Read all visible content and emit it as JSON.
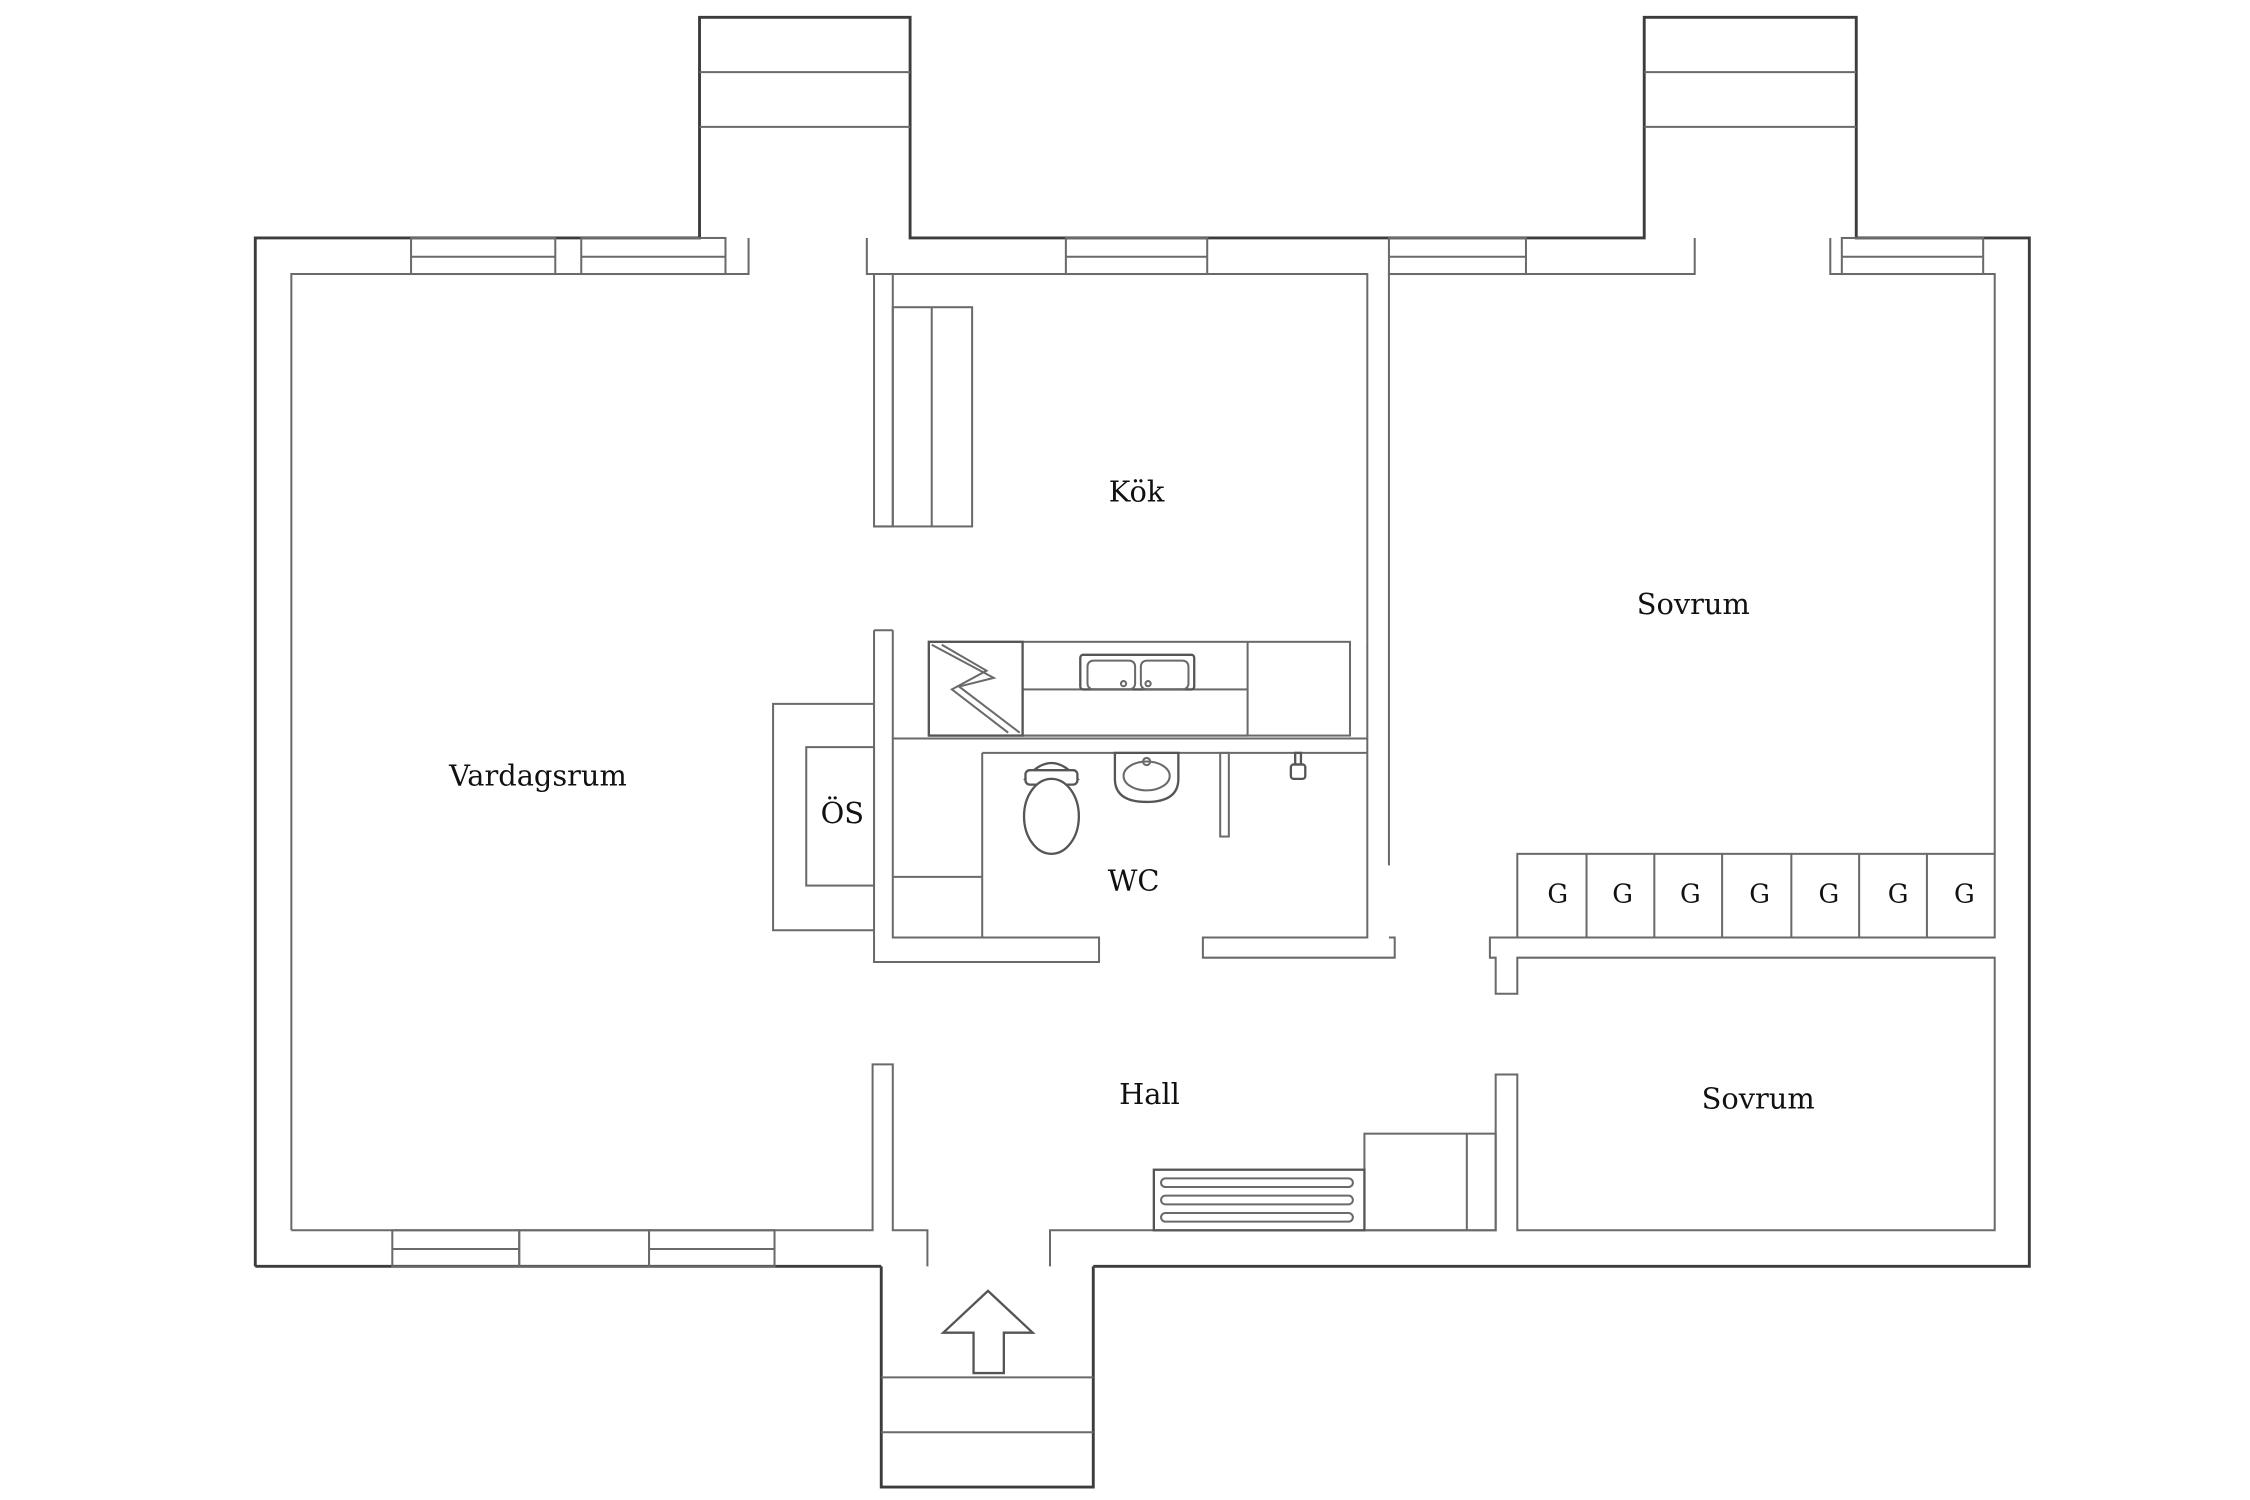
{
  "rooms": {
    "living": "Vardagsrum",
    "kitchen": "Kök",
    "bedroom_1": "Sovrum",
    "bedroom_2": "Sovrum",
    "wc": "WC",
    "hall": "Hall",
    "stove": "ÖS"
  },
  "wardrobes": [
    "G",
    "G",
    "G",
    "G",
    "G",
    "G",
    "G"
  ]
}
